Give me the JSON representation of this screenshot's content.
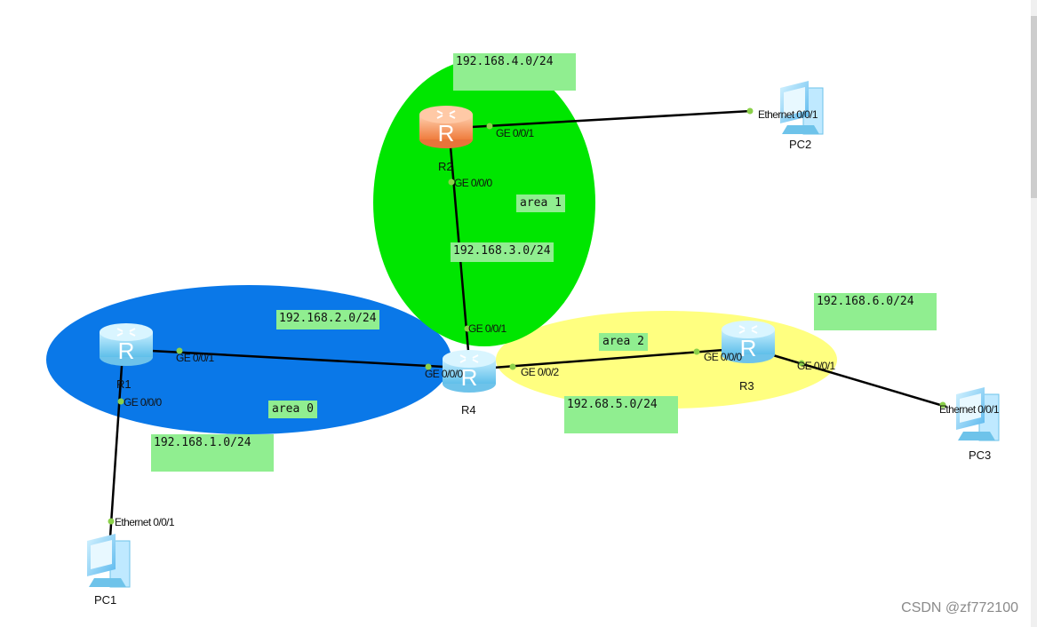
{
  "areas": [
    {
      "id": "area0",
      "label": "area 0",
      "color": "#0a78e8"
    },
    {
      "id": "area1",
      "label": "area 1",
      "color": "#00e600"
    },
    {
      "id": "area2",
      "label": "area 2",
      "color": "#ffff80"
    }
  ],
  "networks": [
    {
      "id": "net4",
      "label": "192.168.4.0/24"
    },
    {
      "id": "net3",
      "label": "192.168.3.0/24"
    },
    {
      "id": "net2",
      "label": "192.168.2.0/24"
    },
    {
      "id": "net1",
      "label": "192.168.1.0/24"
    },
    {
      "id": "net6",
      "label": "192.168.6.0/24"
    },
    {
      "id": "net5",
      "label": "192.68.5.0/24"
    }
  ],
  "devices": {
    "R1": {
      "name": "R1",
      "type": "router",
      "color": "#7fd0f5"
    },
    "R2": {
      "name": "R2",
      "type": "router",
      "color": "#f4925a"
    },
    "R3": {
      "name": "R3",
      "type": "router",
      "color": "#7fd0f5"
    },
    "R4": {
      "name": "R4",
      "type": "router",
      "color": "#7fd0f5"
    },
    "PC1": {
      "name": "PC1",
      "type": "pc"
    },
    "PC2": {
      "name": "PC2",
      "type": "pc"
    },
    "PC3": {
      "name": "PC3",
      "type": "pc"
    }
  },
  "ports": {
    "r2_g001": "GE 0/0/1",
    "r2_g000": "GE 0/0/0",
    "pc2_eth": "Ethernet 0/0/1",
    "r4_g001": "GE 0/0/1",
    "r4_g000": "GE 0/0/0",
    "r4_g002": "GE 0/0/2",
    "r1_g001": "GE 0/0/1",
    "r1_g000": "GE 0/0/0",
    "pc1_eth": "Ethernet 0/0/1",
    "r3_g000": "GE 0/0/0",
    "r3_g001": "GE 0/0/1",
    "pc3_eth": "Ethernet 0/0/1"
  },
  "links": [
    {
      "from": "R2",
      "to": "PC2"
    },
    {
      "from": "R2",
      "to": "R4"
    },
    {
      "from": "R1",
      "to": "R4"
    },
    {
      "from": "R4",
      "to": "R3"
    },
    {
      "from": "R3",
      "to": "PC3"
    },
    {
      "from": "R1",
      "to": "PC1"
    }
  ],
  "colors": {
    "link": "#000000",
    "port_dot": "#8bd04a",
    "net_label_bg": "#90ee90"
  },
  "watermark": "CSDN @zf772100"
}
